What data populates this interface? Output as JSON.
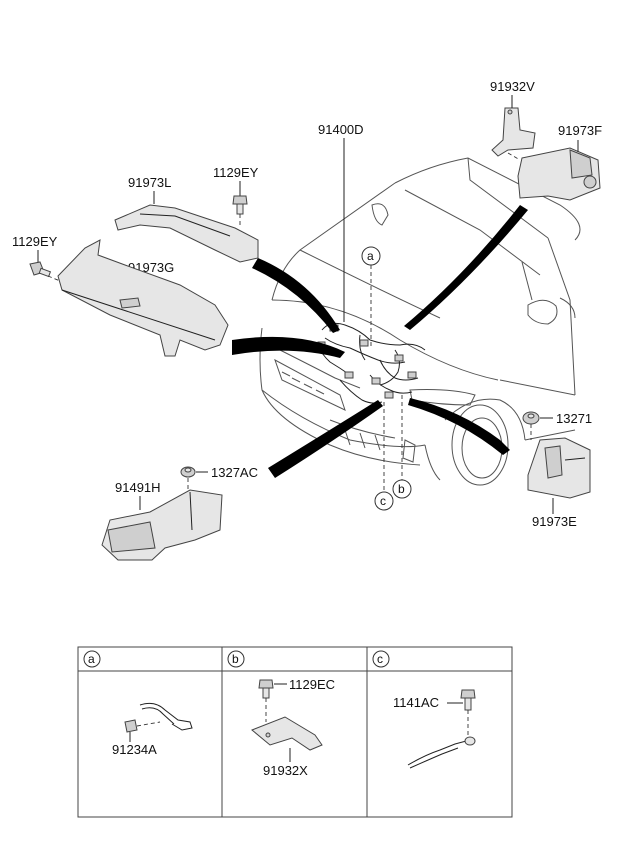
{
  "parts": {
    "p91932V": "91932V",
    "p91973F": "91973F",
    "p91400D": "91400D",
    "p1129EY_top": "1129EY",
    "p91973L": "91973L",
    "p1129EY_left": "1129EY",
    "p91973G": "91973G",
    "p13271": "13271",
    "p1327AC": "1327AC",
    "p91491H": "91491H",
    "p91973E": "91973E"
  },
  "callouts": {
    "a": "a",
    "b": "b",
    "c": "c"
  },
  "detail_table": {
    "headers": [
      "a",
      "b",
      "c"
    ],
    "a": {
      "p91234A": "91234A"
    },
    "b": {
      "p1129EC": "1129EC",
      "p91932X": "91932X"
    },
    "c": {
      "p1141AC": "1141AC"
    }
  }
}
